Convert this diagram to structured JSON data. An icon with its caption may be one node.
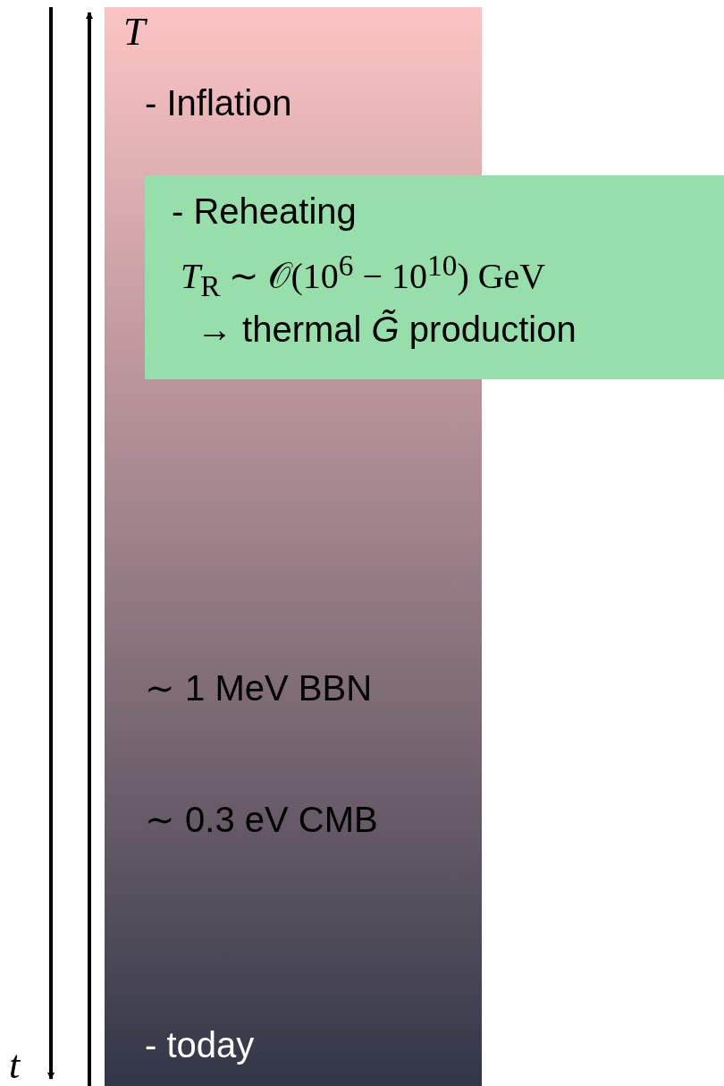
{
  "diagram": {
    "nodes": [
      {
        "text": [
          "- Inflation",
          "∼ 1 MeV BBN",
          "∼ 0.3 eV CMB",
          "- today"
        ]
      },
      {
        "text": [
          "- Reheating",
          "*T*$_{R}$ ∼ 𝒪(10$^{6}$ − 10$^{10}$) GeV",
          "→ thermal *G̃* production"
        ]
      }
    ],
    "labels": [
      "*T*",
      "*t*"
    ]
  }
}
